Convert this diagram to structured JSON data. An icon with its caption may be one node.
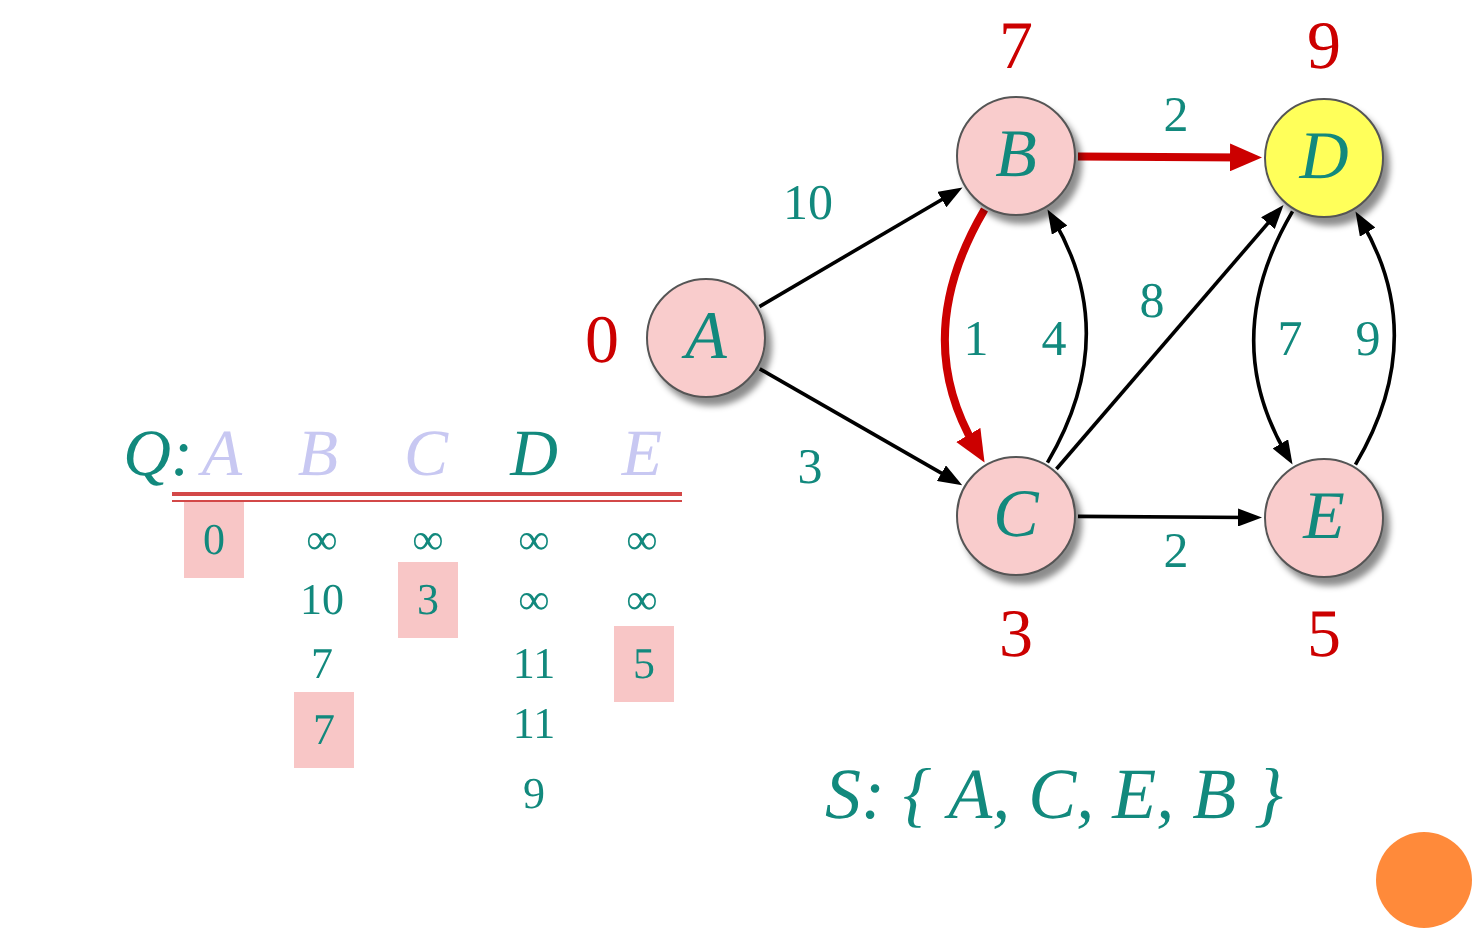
{
  "diagram": {
    "nodes": [
      {
        "text": [
          "A"
        ],
        "beside": [
          "0"
        ]
      },
      {
        "text": [
          "B"
        ],
        "beside": [
          "7"
        ]
      },
      {
        "text": [
          "C"
        ],
        "beside": [
          "3"
        ]
      },
      {
        "text": [
          "D"
        ],
        "beside": [
          "9"
        ]
      },
      {
        "text": [
          "E"
        ],
        "beside": [
          "5"
        ]
      }
    ],
    "edges": [
      {
        "from": 0,
        "to": 1,
        "arrow": "to",
        "label": "10"
      },
      {
        "from": 0,
        "to": 2,
        "arrow": "to",
        "label": "3"
      },
      {
        "from": 1,
        "to": 3,
        "arrow": "to",
        "label": "2",
        "style": "thick",
        "color": "#cc0000"
      },
      {
        "from": 1,
        "to": 2,
        "arrow": "to",
        "label": "1",
        "style": "thick",
        "color": "#cc0000"
      },
      {
        "from": 2,
        "to": 1,
        "arrow": "to",
        "label": "4"
      },
      {
        "from": 2,
        "to": 3,
        "arrow": "to",
        "label": "8"
      },
      {
        "from": 2,
        "to": 4,
        "arrow": "to",
        "label": "2"
      },
      {
        "from": 3,
        "to": 4,
        "arrow": "to",
        "label": "7"
      },
      {
        "from": 4,
        "to": 3,
        "arrow": "to",
        "label": "9"
      }
    ],
    "labels": [
      "Q:",
      "A",
      "B",
      "C",
      "D",
      "E",
      "0",
      "∞",
      "∞",
      "∞",
      "∞",
      "10",
      "3",
      "∞",
      "∞",
      "7",
      "11",
      "5",
      "7",
      "11",
      "9",
      "S: { A, C, E, B }"
    ]
  }
}
